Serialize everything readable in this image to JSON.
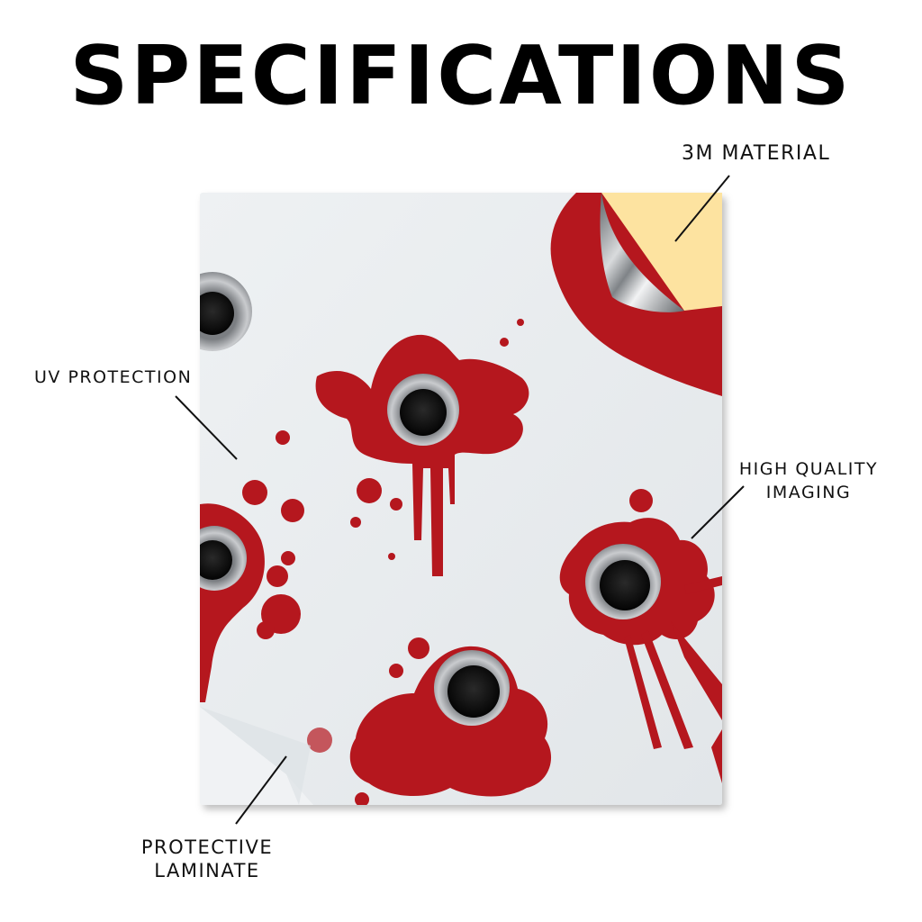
{
  "header": {
    "title": "SPECIFICATIONS"
  },
  "callouts": {
    "material": "3M MATERIAL",
    "uv": "UV PROTECTION",
    "imaging_line1": "HIGH QUALITY",
    "imaging_line2": "IMAGING",
    "laminate_line1": "PROTECTIVE",
    "laminate_line2": "LAMINATE"
  },
  "colors": {
    "blood": "#b5171e",
    "blood_dark": "#8e0f14",
    "sticker_bg": "#e8ecef",
    "backing_paper": "#fde3a0"
  }
}
